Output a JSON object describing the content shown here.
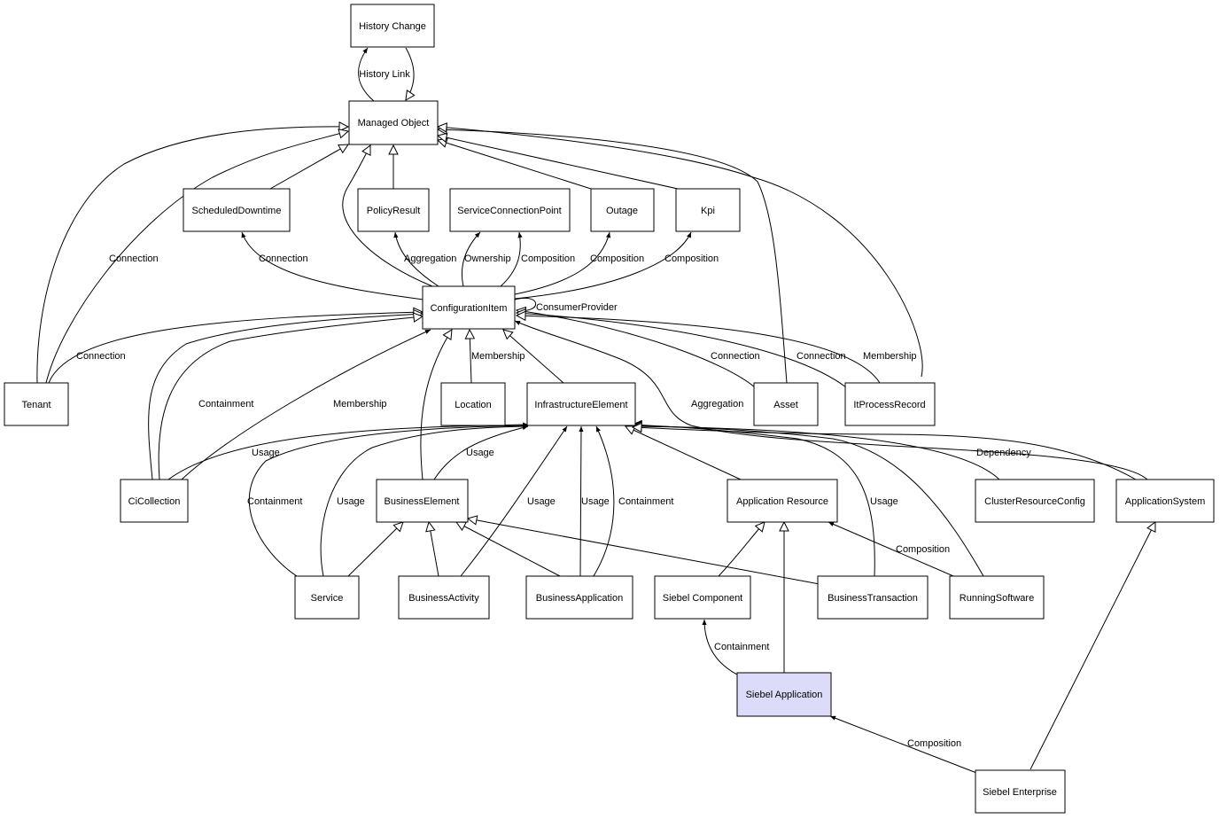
{
  "diagram": {
    "highlight_color": "#dcdcfa",
    "nodes": {
      "history_change": "History Change",
      "managed_object": "Managed Object",
      "scheduled_downtime": "ScheduledDowntime",
      "policy_result": "PolicyResult",
      "service_connection_point": "ServiceConnectionPoint",
      "outage": "Outage",
      "kpi": "Kpi",
      "configuration_item": "ConfigurationItem",
      "tenant": "Tenant",
      "location": "Location",
      "infrastructure_element": "InfrastructureElement",
      "asset": "Asset",
      "it_process_record": "ItProcessRecord",
      "ci_collection": "CiCollection",
      "business_element": "BusinessElement",
      "application_resource": "Application Resource",
      "cluster_resource_config": "ClusterResourceConfig",
      "application_system": "ApplicationSystem",
      "service": "Service",
      "business_activity": "BusinessActivity",
      "business_application": "BusinessApplication",
      "siebel_component": "Siebel Component",
      "business_transaction": "BusinessTransaction",
      "running_software": "RunningSoftware",
      "siebel_application": "Siebel Application",
      "siebel_enterprise": "Siebel Enterprise"
    },
    "edge_labels": {
      "history_link": "History Link",
      "connection": "Connection",
      "aggregation": "Aggregation",
      "ownership": "Ownership",
      "composition": "Composition",
      "consumer_provider": "ConsumerProvider",
      "membership": "Membership",
      "containment": "Containment",
      "usage": "Usage",
      "dependency": "Dependency"
    }
  }
}
